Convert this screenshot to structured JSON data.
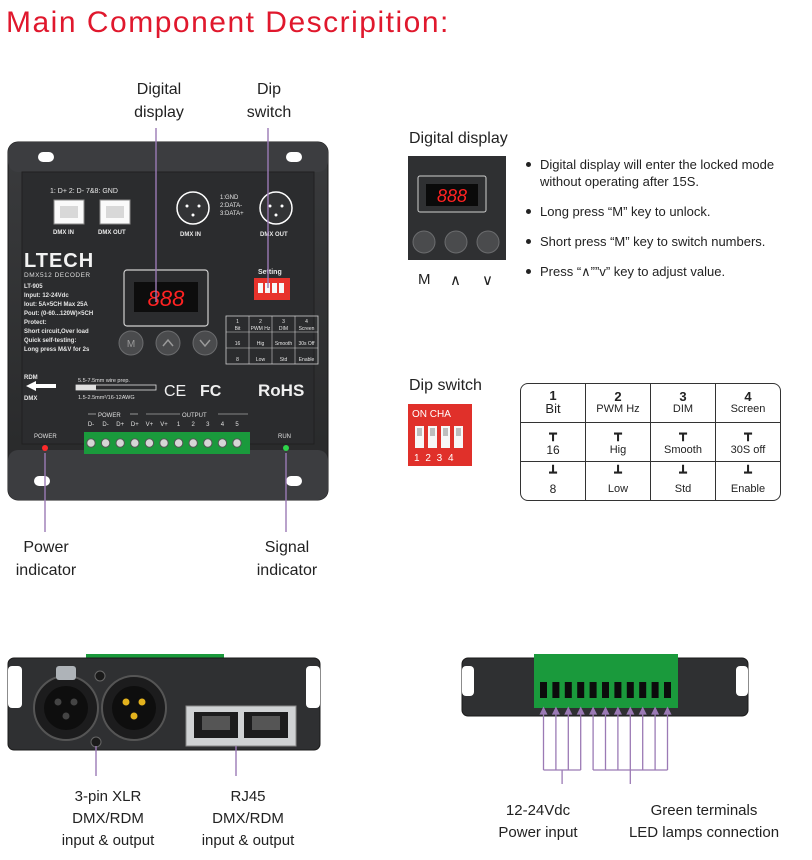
{
  "title": "Main Component Descripition:",
  "callouts": {
    "digital_display": [
      "Digital",
      "display"
    ],
    "dip_switch": [
      "Dip",
      "switch"
    ],
    "power_indicator": [
      "Power",
      "indicator"
    ],
    "signal_indicator": [
      "Signal",
      "indicator"
    ]
  },
  "device": {
    "brand": "LTECH",
    "model_name": "DMX512 DECODER",
    "spec_lines": [
      "LT-905",
      "Input: 12-24Vdc",
      "Iout:  5A×5CH   Max 25A",
      "Pout: (0-60...120W)×5CH",
      "Protect:",
      "Short circuit,Over load",
      "Quick self-testing:",
      "Long press M&V for 2s"
    ],
    "rj45_top": "1: D+  2: D-  7&8: GND",
    "dmx_in": "DMX IN",
    "dmx_out": "DMX OUT",
    "xlr_pins": [
      "1:GND",
      "2:DATA-",
      "3:DATA+"
    ],
    "display_digits": "888",
    "setting": "Setting",
    "rdm": [
      "RDM",
      "DMX"
    ],
    "wire_prep": [
      "5.5-7.5mm wire prep.",
      "1.5-2.5mm²/16-12AWG"
    ],
    "ce": "CE",
    "fc": "FC",
    "rohs": "RoHS",
    "power_group": "POWER",
    "output_group": "OUTPUT",
    "terminals": [
      "D-",
      "D-",
      "D+",
      "D+",
      "V+",
      "V+",
      "1",
      "2",
      "3",
      "4",
      "5"
    ],
    "power_led": "POWER",
    "run_led": "RUN",
    "mini_table": [
      [
        "1",
        "2",
        "3",
        "4"
      ],
      [
        "Bit",
        "PWM Hz",
        "DIM",
        "Screen"
      ],
      [
        "16",
        "Hig",
        "Smooth",
        "30s Off"
      ],
      [
        "8",
        "Low",
        "Std",
        "Enable"
      ]
    ]
  },
  "digital_section": {
    "heading": "Digital display",
    "digits": "888",
    "keys": [
      "M",
      "∧",
      "∨"
    ],
    "bullets": [
      "Digital display will enter the locked mode without operating after 15S.",
      "Long press “M” key to unlock.",
      "Short press “M” key to switch numbers.",
      "Press “∧””v” key to adjust value."
    ]
  },
  "dip_section": {
    "heading": "Dip switch",
    "switch_top": "ON  CHA",
    "switch_numbers": "1 2 3 4",
    "table": {
      "numbers": [
        "1",
        "2",
        "3",
        "4"
      ],
      "names": [
        "Bit",
        "PWM Hz",
        "DIM",
        "Screen"
      ],
      "up_values": [
        "16",
        "Hig",
        "Smooth",
        "30S off"
      ],
      "down_values": [
        "8",
        "Low",
        "Std",
        "Enable"
      ]
    }
  },
  "bottom": {
    "xlr_caption": [
      "3-pin XLR",
      "DMX/RDM",
      "input & output"
    ],
    "rj45_caption": [
      "RJ45",
      "DMX/RDM",
      "input & output"
    ],
    "power_caption": [
      "12-24Vdc",
      "Power input"
    ],
    "green_caption": [
      "Green terminals",
      "LED lamps connection"
    ]
  },
  "colors": {
    "accent_red": "#e0182d",
    "device_dark": "#2f3032",
    "display_red": "#ff2222",
    "terminal_green": "#1a9a3c",
    "callout_line": "#9b7ab5"
  }
}
